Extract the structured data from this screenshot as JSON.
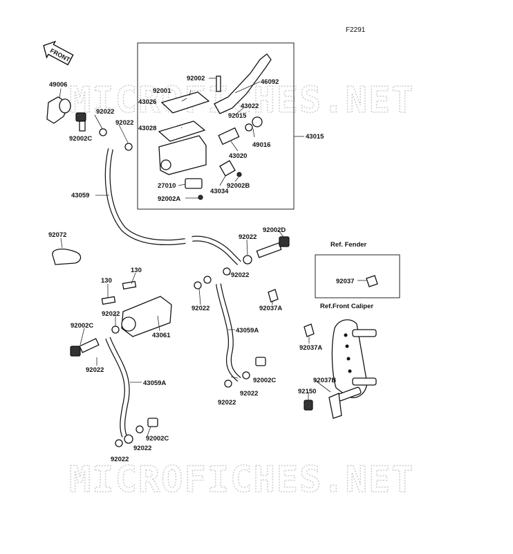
{
  "figure_code": "F2291",
  "front_arrow": "FRONT",
  "watermark": "MICROFICHES.NET",
  "ref_fender": "Ref. Fender",
  "ref_front_caliper": "Ref.Front Caliper",
  "labels": {
    "p49006": "49006",
    "p92022_a": "92022",
    "p92022_b": "92022",
    "p92002c_a": "92002C",
    "p92002": "92002",
    "p92001": "92001",
    "p43026": "43026",
    "p46092": "46092",
    "p43022": "43022",
    "p92015": "92015",
    "p43028": "43028",
    "p49016": "49016",
    "p43015": "43015",
    "p43020": "43020",
    "p27010": "27010",
    "p43034": "43034",
    "p92002b": "92002B",
    "p92002a": "92002A",
    "p43059": "43059",
    "p92072": "92072",
    "p92022_c": "92022",
    "p92002d": "92002D",
    "p92022_d": "92022",
    "p130_a": "130",
    "p130_b": "130",
    "p92022_e": "92022",
    "p92022_f": "92022",
    "p92037a_a": "92037A",
    "p43061": "43061",
    "p43059a_a": "43059A",
    "p92037_fender": "92037",
    "p92002c_b": "92002C",
    "p92022_g": "92022",
    "p92037a_b": "92037A",
    "p43059a_b": "43059A",
    "p92002c_c": "92002C",
    "p92022_h": "92022",
    "p92022_i": "92022",
    "p92037b": "92037B",
    "p92150": "92150",
    "p92002c_d": "92002C",
    "p92022_j": "92022",
    "p92022_k": "92022"
  }
}
